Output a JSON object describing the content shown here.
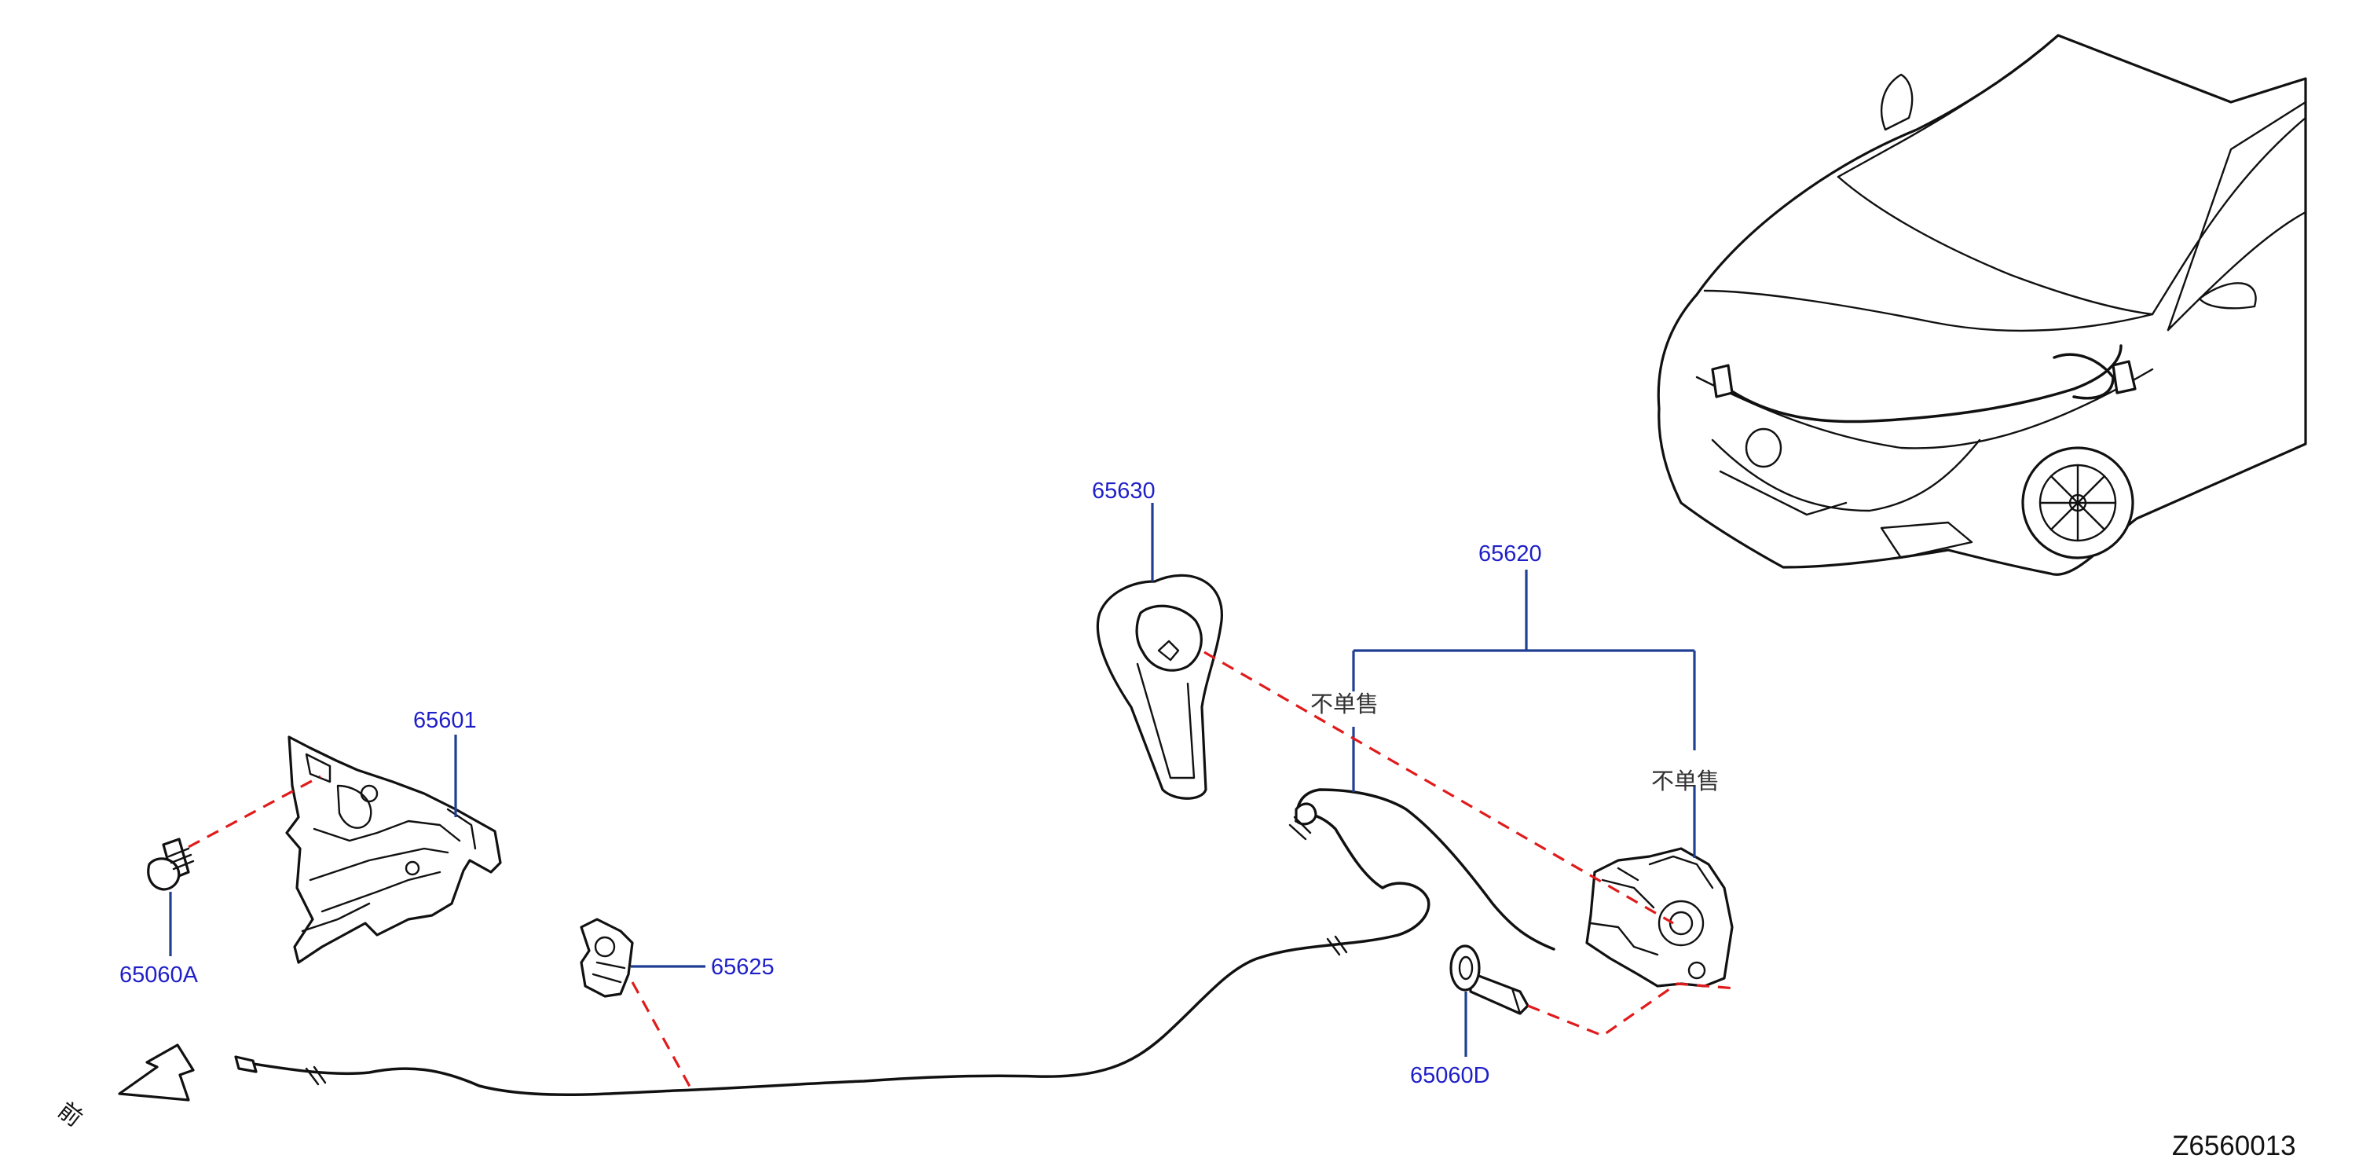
{
  "colors": {
    "part_number": "#1f1fc8",
    "leader_line": "#1f3f93",
    "connection_dash": "#e11b1b",
    "line_art": "#111111",
    "note_text": "#333333"
  },
  "labels": {
    "p65630": "65630",
    "p65620": "65620",
    "p65601": "65601",
    "p65625": "65625",
    "p65060A": "65060A",
    "p65060D": "65060D"
  },
  "notes": {
    "not_sold_1": "不单售",
    "not_sold_2": "不单售"
  },
  "front_indicator": "前",
  "diagram_code": "Z6560013"
}
